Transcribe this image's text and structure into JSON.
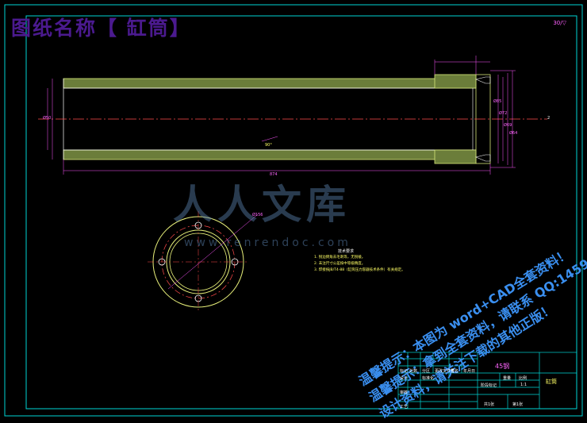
{
  "title": "图纸名称【 缸筒】",
  "corner_mark": "30/▽",
  "watermark": {
    "logo": "人人文库",
    "url": "www.renrendoc.com"
  },
  "promo_lines": [
    "温馨提示：本图为 word+CAD全套资料！",
    "温馨提示：拿到全套资料，请联系 QQ:1459919609",
    "设计资料，请关注下载的其他正版！"
  ],
  "tech_notes": {
    "heading": "技术要求",
    "items": [
      "1. 锐边倒角去毛刺等，无锐棱。",
      "2. 未注尺寸公差按中等级精度。",
      "3. 焊接按JB/T4-88（缸筒压力容器技术条件）有关规定。"
    ]
  },
  "dimensions": {
    "length": "874",
    "inner": "90°",
    "outer": "Ø50",
    "circle": "Ø156",
    "side_a": "Ø85",
    "side_b": "Ø72",
    "side_c": "Ø69",
    "side_d": "Ø64",
    "axis_mark": "2"
  },
  "title_block": {
    "material": "45钢",
    "part_name": "缸筒",
    "labels": [
      "标记",
      "处数",
      "分区",
      "更改文件号",
      "签名",
      "年月日",
      "设计",
      "标准化",
      "审核",
      "工艺",
      "阶段标记",
      "重量",
      "比例",
      "共1张",
      "第1张"
    ],
    "scale": "1:1"
  }
}
